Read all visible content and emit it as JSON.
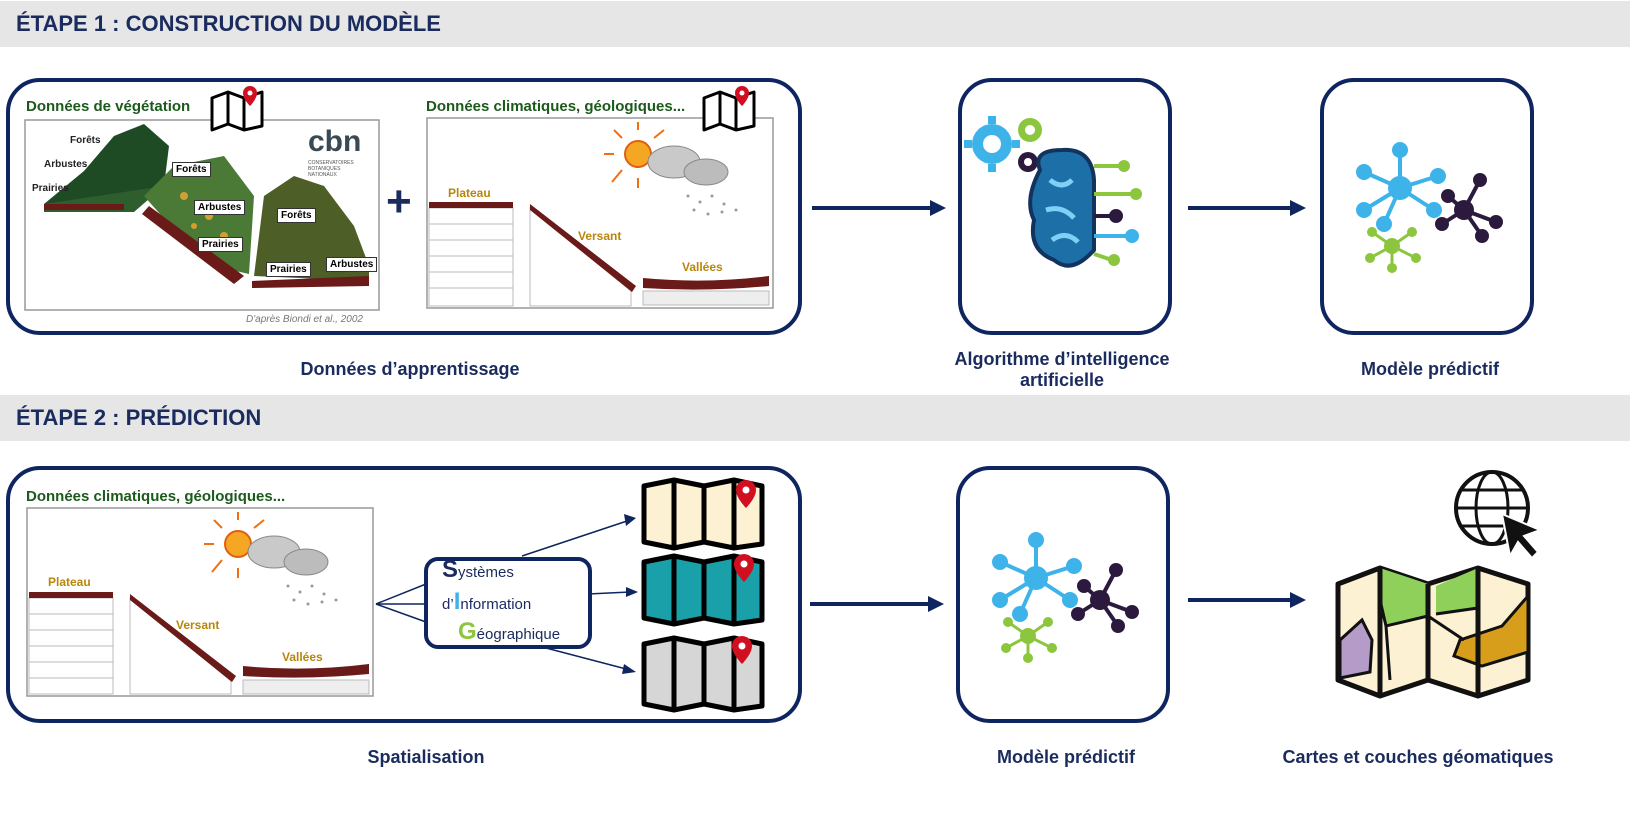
{
  "stage1": {
    "title": "ÉTAPE 1 : CONSTRUCTION DU MODÈLE"
  },
  "stage2": {
    "title": "ÉTAPE 2 : PRÉDICTION"
  },
  "training": {
    "vegetation_label": "Données de végétation",
    "climate_label": "Données climatiques, géologiques...",
    "plus": "+",
    "veg_tags": [
      "Forêts",
      "Arbustes",
      "Prairies",
      "Forêts",
      "Arbustes",
      "Prairies",
      "Forêts",
      "Prairies",
      "Arbustes"
    ],
    "logo": "cbn",
    "logo_sub": "CONSERVATOIRES BOTANIQUES NATIONAUX",
    "credit": "D'après Biondi et al., 2002",
    "terrain": {
      "plateau": "Plateau",
      "versant": "Versant",
      "vallees": "Vallées"
    },
    "caption": "Données d’apprentissage"
  },
  "algorithm": {
    "caption": "Algorithme d’intelligence artificielle"
  },
  "model1": {
    "caption": "Modèle prédictif"
  },
  "spatial": {
    "climate_label": "Données climatiques, géologiques...",
    "terrain": {
      "plateau": "Plateau",
      "versant": "Versant",
      "vallees": "Vallées"
    },
    "sig": {
      "line1_letter": "S",
      "line1_rest": "ystèmes",
      "line2_prefix": "d’",
      "line2_letter": "I",
      "line2_rest": "nformation",
      "line3_letter": "G",
      "line3_rest": "éographique"
    },
    "caption": "Spatialisation"
  },
  "model2": {
    "caption": "Modèle prédictif"
  },
  "maps": {
    "caption": "Cartes et couches géomatiques"
  },
  "colors": {
    "navy": "#0f2560",
    "header_bg": "#e6e6e6",
    "node_blue": "#3db3ea",
    "node_green": "#8cc63f",
    "node_purple": "#2b1a3d",
    "map_cream": "#fdf1d4",
    "map_teal": "#1aa0a8",
    "map_gray": "#d6d6d6",
    "pin_red": "#d01020"
  },
  "icons": [
    "map-pin-icon",
    "sun-cloud-rain-icon",
    "gears-icon",
    "ai-brain-icon",
    "network-model-icon",
    "globe-cursor-icon",
    "folded-map-icon"
  ]
}
